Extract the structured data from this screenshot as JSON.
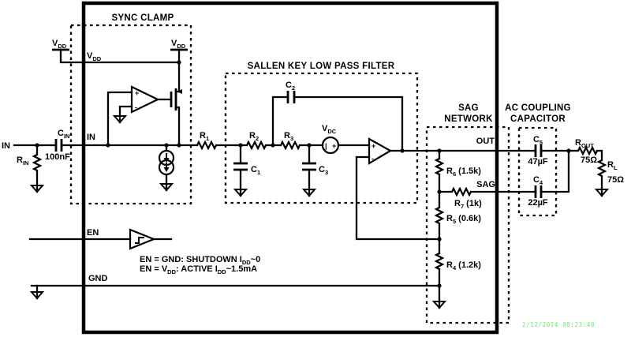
{
  "colors": {
    "ink": "#000000",
    "background": "#ffffff",
    "timestamp_green": "#6fe46f"
  },
  "titles": {
    "sync": "SYNC CLAMP",
    "sallen": "SALLEN KEY LOW PASS FILTER",
    "sag1": "SAG",
    "sag2": "NETWORK",
    "ac1": "AC COUPLING",
    "ac2": "CAPACITOR"
  },
  "pins": {
    "in_ext": "IN",
    "in": "IN",
    "vdd": {
      "main": "V",
      "sub": "DD"
    },
    "en": "EN",
    "gnd": "GND",
    "out": "OUT",
    "sag": "SAG"
  },
  "components": {
    "cin": {
      "main": "C",
      "sub": "IN"
    },
    "cin_value": "100nF",
    "rin": {
      "main": "R",
      "sub": "IN"
    },
    "r1": {
      "main": "R",
      "sub": "1"
    },
    "r2": {
      "main": "R",
      "sub": "2"
    },
    "r3": {
      "main": "R",
      "sub": "3"
    },
    "c1": {
      "main": "C",
      "sub": "1"
    },
    "c2": {
      "main": "C",
      "sub": "2"
    },
    "c3": {
      "main": "C",
      "sub": "3"
    },
    "vdc": {
      "main": "V",
      "sub": "DC"
    },
    "vdc_source": {
      "neg": "|",
      "pos": "+"
    },
    "opamp": {
      "plus": "+",
      "minus": "-"
    },
    "r6": {
      "main": "R",
      "sub": "6",
      "value": " (1.5k)"
    },
    "r7": {
      "main": "R",
      "sub": "7",
      "value": " (1k)"
    },
    "r5": {
      "main": "R",
      "sub": "5",
      "value": " (0.6k)"
    },
    "r4": {
      "main": "R",
      "sub": "4",
      "value": " (1.2k)"
    },
    "c5": {
      "main": "C",
      "sub": "5"
    },
    "c5_value": "47µF",
    "c4": {
      "main": "C",
      "sub": "4"
    },
    "c4_value": "22µF",
    "rout": {
      "main": "R",
      "sub": "OUT"
    },
    "rout_value": "75Ω",
    "rl": {
      "main": "R",
      "sub": "L"
    },
    "rl_value": "75Ω"
  },
  "notes": {
    "line1": {
      "t1": "EN = GND: SHUTDOWN I",
      "s1": "DD",
      "t2": "~0"
    },
    "line2": {
      "t1": "EN = V",
      "s1": "DD",
      "t2": ": ACTIVE I",
      "s2": "DD",
      "t3": "~1.5mA"
    }
  },
  "meta": {
    "timestamp": "2/12/2014 08:23:40"
  }
}
